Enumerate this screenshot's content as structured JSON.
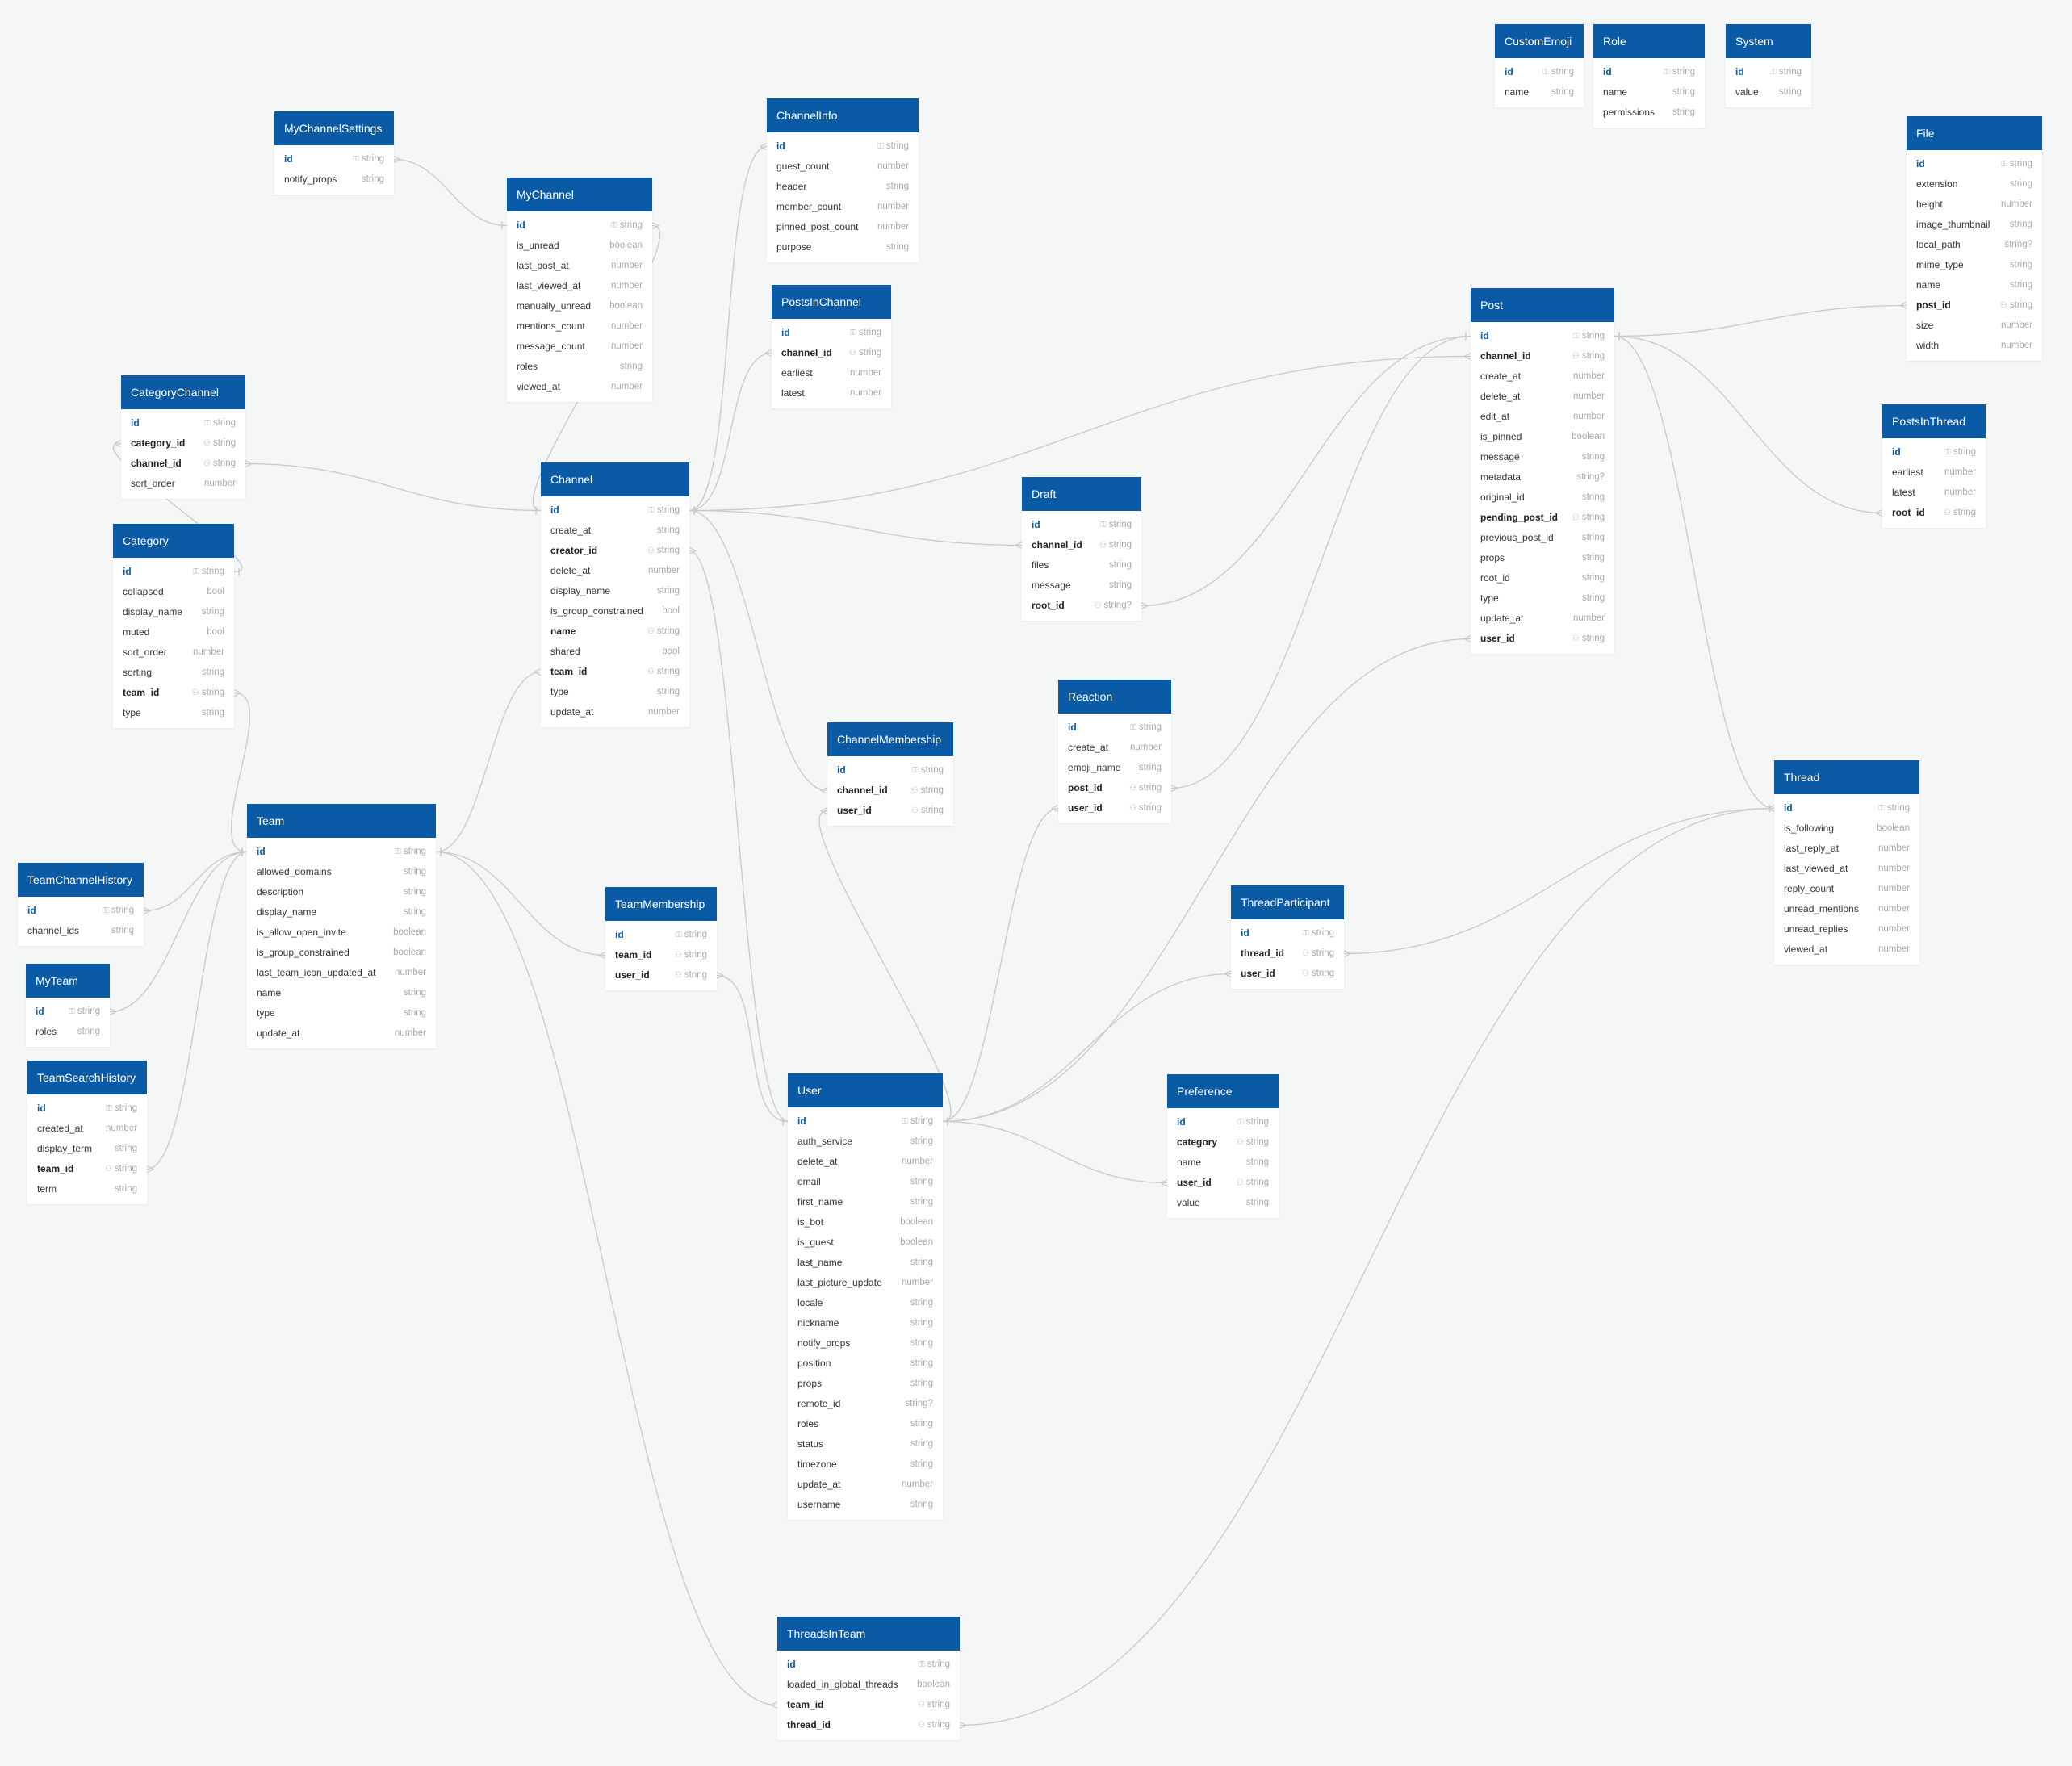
{
  "colors": {
    "header": "#0b5aa6",
    "background": "#f5f6f6",
    "edge": "#c9c9c9",
    "type_text": "#a9a9a9"
  },
  "icons": {
    "primary_key": "key-icon",
    "foreign_key": "people-icon"
  },
  "tables": [
    {
      "id": "CustomEmoji",
      "name": "CustomEmoji",
      "fields": [
        {
          "name": "id",
          "type": "string",
          "pk": true
        },
        {
          "name": "name",
          "type": "string"
        }
      ]
    },
    {
      "id": "Role",
      "name": "Role",
      "fields": [
        {
          "name": "id",
          "type": "string",
          "pk": true
        },
        {
          "name": "name",
          "type": "string"
        },
        {
          "name": "permissions",
          "type": "string"
        }
      ]
    },
    {
      "id": "System",
      "name": "System",
      "fields": [
        {
          "name": "id",
          "type": "string",
          "pk": true
        },
        {
          "name": "value",
          "type": "string"
        }
      ]
    },
    {
      "id": "File",
      "name": "File",
      "fields": [
        {
          "name": "id",
          "type": "string",
          "pk": true
        },
        {
          "name": "extension",
          "type": "string"
        },
        {
          "name": "height",
          "type": "number"
        },
        {
          "name": "image_thumbnail",
          "type": "string"
        },
        {
          "name": "local_path",
          "type": "string?"
        },
        {
          "name": "mime_type",
          "type": "string"
        },
        {
          "name": "name",
          "type": "string"
        },
        {
          "name": "post_id",
          "type": "string",
          "fk": true
        },
        {
          "name": "size",
          "type": "number"
        },
        {
          "name": "width",
          "type": "number"
        }
      ]
    },
    {
      "id": "MyChannelSettings",
      "name": "MyChannelSettings",
      "fields": [
        {
          "name": "id",
          "type": "string",
          "pk": true
        },
        {
          "name": "notify_props",
          "type": "string"
        }
      ]
    },
    {
      "id": "ChannelInfo",
      "name": "ChannelInfo",
      "fields": [
        {
          "name": "id",
          "type": "string",
          "pk": true
        },
        {
          "name": "guest_count",
          "type": "number"
        },
        {
          "name": "header",
          "type": "string"
        },
        {
          "name": "member_count",
          "type": "number"
        },
        {
          "name": "pinned_post_count",
          "type": "number"
        },
        {
          "name": "purpose",
          "type": "string"
        }
      ]
    },
    {
      "id": "MyChannel",
      "name": "MyChannel",
      "fields": [
        {
          "name": "id",
          "type": "string",
          "pk": true
        },
        {
          "name": "is_unread",
          "type": "boolean"
        },
        {
          "name": "last_post_at",
          "type": "number"
        },
        {
          "name": "last_viewed_at",
          "type": "number"
        },
        {
          "name": "manually_unread",
          "type": "boolean"
        },
        {
          "name": "mentions_count",
          "type": "number"
        },
        {
          "name": "message_count",
          "type": "number"
        },
        {
          "name": "roles",
          "type": "string"
        },
        {
          "name": "viewed_at",
          "type": "number"
        }
      ]
    },
    {
      "id": "PostsInChannel",
      "name": "PostsInChannel",
      "fields": [
        {
          "name": "id",
          "type": "string",
          "pk": true
        },
        {
          "name": "channel_id",
          "type": "string",
          "fk": true
        },
        {
          "name": "earliest",
          "type": "number"
        },
        {
          "name": "latest",
          "type": "number"
        }
      ]
    },
    {
      "id": "Post",
      "name": "Post",
      "fields": [
        {
          "name": "id",
          "type": "string",
          "pk": true
        },
        {
          "name": "channel_id",
          "type": "string",
          "fk": true
        },
        {
          "name": "create_at",
          "type": "number"
        },
        {
          "name": "delete_at",
          "type": "number"
        },
        {
          "name": "edit_at",
          "type": "number"
        },
        {
          "name": "is_pinned",
          "type": "boolean"
        },
        {
          "name": "message",
          "type": "string"
        },
        {
          "name": "metadata",
          "type": "string?"
        },
        {
          "name": "original_id",
          "type": "string"
        },
        {
          "name": "pending_post_id",
          "type": "string",
          "fk": true
        },
        {
          "name": "previous_post_id",
          "type": "string"
        },
        {
          "name": "props",
          "type": "string"
        },
        {
          "name": "root_id",
          "type": "string"
        },
        {
          "name": "type",
          "type": "string"
        },
        {
          "name": "update_at",
          "type": "number"
        },
        {
          "name": "user_id",
          "type": "string",
          "fk": true
        }
      ]
    },
    {
      "id": "CategoryChannel",
      "name": "CategoryChannel",
      "fields": [
        {
          "name": "id",
          "type": "string",
          "pk": true
        },
        {
          "name": "category_id",
          "type": "string",
          "fk": true
        },
        {
          "name": "channel_id",
          "type": "string",
          "fk": true
        },
        {
          "name": "sort_order",
          "type": "number"
        }
      ]
    },
    {
      "id": "PostsInThread",
      "name": "PostsInThread",
      "fields": [
        {
          "name": "id",
          "type": "string",
          "pk": true
        },
        {
          "name": "earliest",
          "type": "number"
        },
        {
          "name": "latest",
          "type": "number"
        },
        {
          "name": "root_id",
          "type": "string",
          "fk": true
        }
      ]
    },
    {
      "id": "Channel",
      "name": "Channel",
      "fields": [
        {
          "name": "id",
          "type": "string",
          "pk": true
        },
        {
          "name": "create_at",
          "type": "string"
        },
        {
          "name": "creator_id",
          "type": "string",
          "fk": true
        },
        {
          "name": "delete_at",
          "type": "number"
        },
        {
          "name": "display_name",
          "type": "string"
        },
        {
          "name": "is_group_constrained",
          "type": "bool"
        },
        {
          "name": "name",
          "type": "string",
          "fk": true
        },
        {
          "name": "shared",
          "type": "bool"
        },
        {
          "name": "team_id",
          "type": "string",
          "fk": true
        },
        {
          "name": "type",
          "type": "string"
        },
        {
          "name": "update_at",
          "type": "number"
        }
      ]
    },
    {
      "id": "Draft",
      "name": "Draft",
      "fields": [
        {
          "name": "id",
          "type": "string",
          "pk": true
        },
        {
          "name": "channel_id",
          "type": "string",
          "fk": true
        },
        {
          "name": "files",
          "type": "string"
        },
        {
          "name": "message",
          "type": "string"
        },
        {
          "name": "root_id",
          "type": "string?",
          "fk": true
        }
      ]
    },
    {
      "id": "Category",
      "name": "Category",
      "fields": [
        {
          "name": "id",
          "type": "string",
          "pk": true
        },
        {
          "name": "collapsed",
          "type": "bool"
        },
        {
          "name": "display_name",
          "type": "string"
        },
        {
          "name": "muted",
          "type": "bool"
        },
        {
          "name": "sort_order",
          "type": "number"
        },
        {
          "name": "sorting",
          "type": "string"
        },
        {
          "name": "team_id",
          "type": "string",
          "fk": true
        },
        {
          "name": "type",
          "type": "string"
        }
      ]
    },
    {
      "id": "Reaction",
      "name": "Reaction",
      "fields": [
        {
          "name": "id",
          "type": "string",
          "pk": true
        },
        {
          "name": "create_at",
          "type": "number"
        },
        {
          "name": "emoji_name",
          "type": "string"
        },
        {
          "name": "post_id",
          "type": "string",
          "fk": true
        },
        {
          "name": "user_id",
          "type": "string",
          "fk": true
        }
      ]
    },
    {
      "id": "ChannelMembership",
      "name": "ChannelMembership",
      "fields": [
        {
          "name": "id",
          "type": "string",
          "pk": true
        },
        {
          "name": "channel_id",
          "type": "string",
          "fk": true
        },
        {
          "name": "user_id",
          "type": "string",
          "fk": true
        }
      ]
    },
    {
      "id": "Thread",
      "name": "Thread",
      "fields": [
        {
          "name": "id",
          "type": "string",
          "pk": true
        },
        {
          "name": "is_following",
          "type": "boolean"
        },
        {
          "name": "last_reply_at",
          "type": "number"
        },
        {
          "name": "last_viewed_at",
          "type": "number"
        },
        {
          "name": "reply_count",
          "type": "number"
        },
        {
          "name": "unread_mentions",
          "type": "number"
        },
        {
          "name": "unread_replies",
          "type": "number"
        },
        {
          "name": "viewed_at",
          "type": "number"
        }
      ]
    },
    {
      "id": "Team",
      "name": "Team",
      "fields": [
        {
          "name": "id",
          "type": "string",
          "pk": true
        },
        {
          "name": "allowed_domains",
          "type": "string"
        },
        {
          "name": "description",
          "type": "string"
        },
        {
          "name": "display_name",
          "type": "string"
        },
        {
          "name": "is_allow_open_invite",
          "type": "boolean"
        },
        {
          "name": "is_group_constrained",
          "type": "boolean"
        },
        {
          "name": "last_team_icon_updated_at",
          "type": "number"
        },
        {
          "name": "name",
          "type": "string"
        },
        {
          "name": "type",
          "type": "string"
        },
        {
          "name": "update_at",
          "type": "number"
        }
      ]
    },
    {
      "id": "TeamChannelHistory",
      "name": "TeamChannelHistory",
      "fields": [
        {
          "name": "id",
          "type": "string",
          "pk": true
        },
        {
          "name": "channel_ids",
          "type": "string"
        }
      ]
    },
    {
      "id": "TeamMembership",
      "name": "TeamMembership",
      "fields": [
        {
          "name": "id",
          "type": "string",
          "pk": true
        },
        {
          "name": "team_id",
          "type": "string",
          "fk": true
        },
        {
          "name": "user_id",
          "type": "string",
          "fk": true
        }
      ]
    },
    {
      "id": "ThreadParticipant",
      "name": "ThreadParticipant",
      "fields": [
        {
          "name": "id",
          "type": "string",
          "pk": true
        },
        {
          "name": "thread_id",
          "type": "string",
          "fk": true
        },
        {
          "name": "user_id",
          "type": "string",
          "fk": true
        }
      ]
    },
    {
      "id": "MyTeam",
      "name": "MyTeam",
      "fields": [
        {
          "name": "id",
          "type": "string",
          "pk": true
        },
        {
          "name": "roles",
          "type": "string"
        }
      ]
    },
    {
      "id": "TeamSearchHistory",
      "name": "TeamSearchHistory",
      "fields": [
        {
          "name": "id",
          "type": "string",
          "pk": true
        },
        {
          "name": "created_at",
          "type": "number"
        },
        {
          "name": "display_term",
          "type": "string"
        },
        {
          "name": "team_id",
          "type": "string",
          "fk": true
        },
        {
          "name": "term",
          "type": "string"
        }
      ]
    },
    {
      "id": "User",
      "name": "User",
      "fields": [
        {
          "name": "id",
          "type": "string",
          "pk": true
        },
        {
          "name": "auth_service",
          "type": "string"
        },
        {
          "name": "delete_at",
          "type": "number"
        },
        {
          "name": "email",
          "type": "string"
        },
        {
          "name": "first_name",
          "type": "string"
        },
        {
          "name": "is_bot",
          "type": "boolean"
        },
        {
          "name": "is_guest",
          "type": "boolean"
        },
        {
          "name": "last_name",
          "type": "string"
        },
        {
          "name": "last_picture_update",
          "type": "number"
        },
        {
          "name": "locale",
          "type": "string"
        },
        {
          "name": "nickname",
          "type": "string"
        },
        {
          "name": "notify_props",
          "type": "string"
        },
        {
          "name": "position",
          "type": "string"
        },
        {
          "name": "props",
          "type": "string"
        },
        {
          "name": "remote_id",
          "type": "string?"
        },
        {
          "name": "roles",
          "type": "string"
        },
        {
          "name": "status",
          "type": "string"
        },
        {
          "name": "timezone",
          "type": "string"
        },
        {
          "name": "update_at",
          "type": "number"
        },
        {
          "name": "username",
          "type": "string"
        }
      ]
    },
    {
      "id": "Preference",
      "name": "Preference",
      "fields": [
        {
          "name": "id",
          "type": "string",
          "pk": true
        },
        {
          "name": "category",
          "type": "string",
          "fk": true
        },
        {
          "name": "name",
          "type": "string"
        },
        {
          "name": "user_id",
          "type": "string",
          "fk": true
        },
        {
          "name": "value",
          "type": "string"
        }
      ]
    },
    {
      "id": "ThreadsInTeam",
      "name": "ThreadsInTeam",
      "fields": [
        {
          "name": "id",
          "type": "string",
          "pk": true
        },
        {
          "name": "loaded_in_global_threads",
          "type": "boolean"
        },
        {
          "name": "team_id",
          "type": "string",
          "fk": true
        },
        {
          "name": "thread_id",
          "type": "string",
          "fk": true
        }
      ]
    }
  ],
  "relations": [
    {
      "from": "MyChannelSettings",
      "from_field": "id",
      "to": "MyChannel",
      "to_field": "id"
    },
    {
      "from": "MyChannel",
      "from_field": "id",
      "to": "Channel",
      "to_field": "id"
    },
    {
      "from": "ChannelInfo",
      "from_field": "id",
      "to": "Channel",
      "to_field": "id"
    },
    {
      "from": "PostsInChannel",
      "from_field": "channel_id",
      "to": "Channel",
      "to_field": "id"
    },
    {
      "from": "CategoryChannel",
      "from_field": "channel_id",
      "to": "Channel",
      "to_field": "id"
    },
    {
      "from": "CategoryChannel",
      "from_field": "category_id",
      "to": "Category",
      "to_field": "id"
    },
    {
      "from": "Post",
      "from_field": "channel_id",
      "to": "Channel",
      "to_field": "id"
    },
    {
      "from": "Draft",
      "from_field": "channel_id",
      "to": "Channel",
      "to_field": "id"
    },
    {
      "from": "Draft",
      "from_field": "root_id",
      "to": "Post",
      "to_field": "id"
    },
    {
      "from": "ChannelMembership",
      "from_field": "channel_id",
      "to": "Channel",
      "to_field": "id"
    },
    {
      "from": "Channel",
      "from_field": "team_id",
      "to": "Team",
      "to_field": "id"
    },
    {
      "from": "Channel",
      "from_field": "creator_id",
      "to": "User",
      "to_field": "id"
    },
    {
      "from": "Category",
      "from_field": "team_id",
      "to": "Team",
      "to_field": "id"
    },
    {
      "from": "TeamChannelHistory",
      "from_field": "id",
      "to": "Team",
      "to_field": "id"
    },
    {
      "from": "MyTeam",
      "from_field": "id",
      "to": "Team",
      "to_field": "id"
    },
    {
      "from": "TeamSearchHistory",
      "from_field": "team_id",
      "to": "Team",
      "to_field": "id"
    },
    {
      "from": "TeamMembership",
      "from_field": "team_id",
      "to": "Team",
      "to_field": "id"
    },
    {
      "from": "TeamMembership",
      "from_field": "user_id",
      "to": "User",
      "to_field": "id"
    },
    {
      "from": "ThreadsInTeam",
      "from_field": "team_id",
      "to": "Team",
      "to_field": "id"
    },
    {
      "from": "ThreadsInTeam",
      "from_field": "thread_id",
      "to": "Thread",
      "to_field": "id"
    },
    {
      "from": "File",
      "from_field": "post_id",
      "to": "Post",
      "to_field": "id"
    },
    {
      "from": "PostsInThread",
      "from_field": "root_id",
      "to": "Post",
      "to_field": "id"
    },
    {
      "from": "Thread",
      "from_field": "id",
      "to": "Post",
      "to_field": "id"
    },
    {
      "from": "Post",
      "from_field": "user_id",
      "to": "User",
      "to_field": "id"
    },
    {
      "from": "Reaction",
      "from_field": "post_id",
      "to": "Post",
      "to_field": "id"
    },
    {
      "from": "Reaction",
      "from_field": "user_id",
      "to": "User",
      "to_field": "id"
    },
    {
      "from": "ChannelMembership",
      "from_field": "user_id",
      "to": "User",
      "to_field": "id"
    },
    {
      "from": "ThreadParticipant",
      "from_field": "thread_id",
      "to": "Thread",
      "to_field": "id"
    },
    {
      "from": "ThreadParticipant",
      "from_field": "user_id",
      "to": "User",
      "to_field": "id"
    },
    {
      "from": "Preference",
      "from_field": "user_id",
      "to": "User",
      "to_field": "id"
    }
  ]
}
